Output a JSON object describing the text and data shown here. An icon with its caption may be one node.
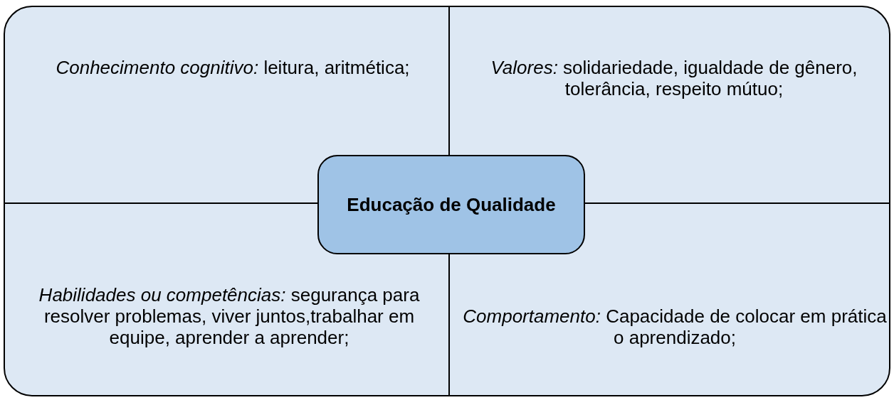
{
  "diagram": {
    "nodes": [
      {
        "text": [],
        "shape": "box"
      },
      {
        "text": [
          "*Conhecimento cognitivo:* leitura, aritmética;"
        ],
        "in": 0
      },
      {
        "text": [
          "*Valores:* solidariedade, igualdade de gênero, tolerância, respeito mútuo;"
        ],
        "in": 0
      },
      {
        "text": [
          "Educação de Qualidade"
        ],
        "in": 0
      },
      {
        "text": [
          "*Habilidades ou competências:* segurança para resolver problemas, viver juntos,trabalhar em equipe, aprender a aprender;"
        ],
        "in": 0
      },
      {
        "text": [
          "*Comportamento:* Capacidade de colocar em prática o aprendizado;"
        ],
        "in": 0
      }
    ],
    "edges": []
  }
}
